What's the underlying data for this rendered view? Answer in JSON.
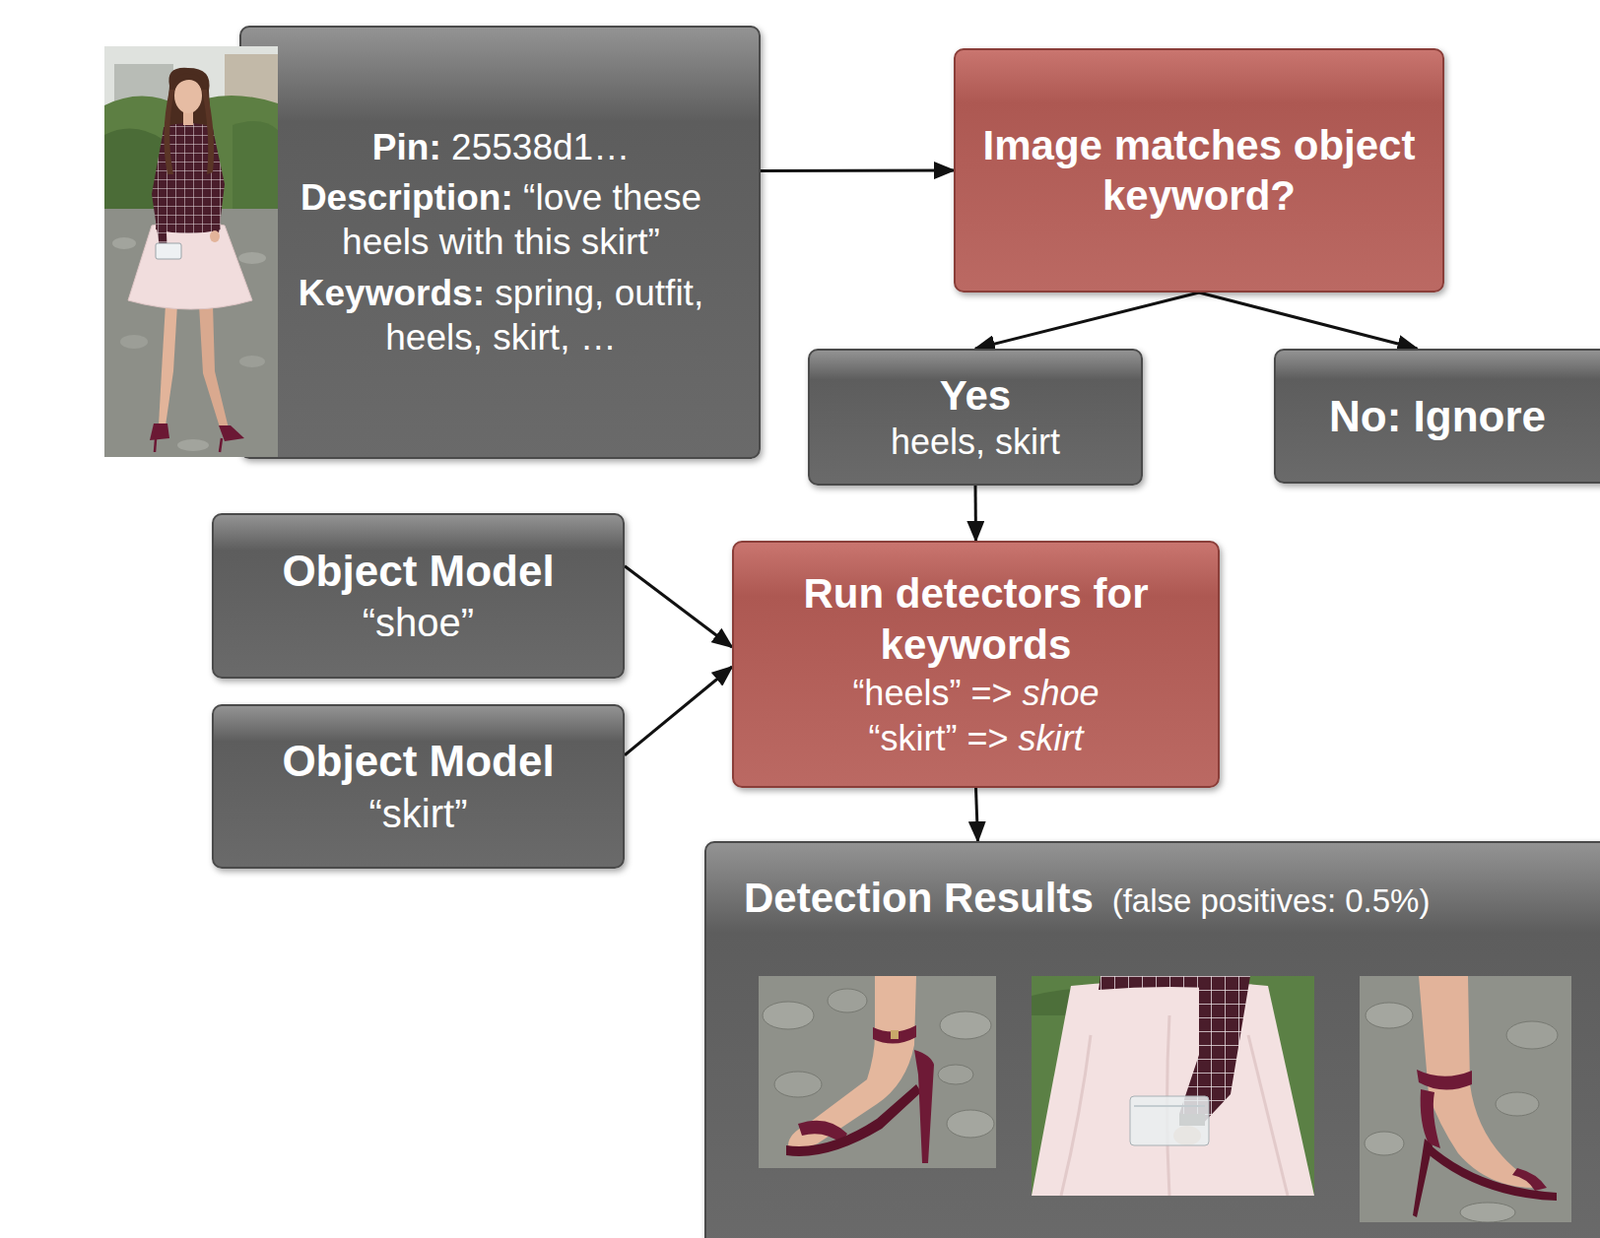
{
  "diagram": {
    "nodes": [
      {
        "text": [
          "Pin:",
          "25538d1…",
          "Description:",
          "“love these heels with this skirt”",
          "Keywords:",
          "spring, outfit, heels, skirt, …"
        ]
      },
      {
        "text": [
          "Image matches object keyword?"
        ]
      },
      {
        "text": [
          "Yes",
          "heels, skirt"
        ]
      },
      {
        "text": [
          "No: Ignore"
        ]
      },
      {
        "text": [
          "Object Model",
          "“shoe”"
        ]
      },
      {
        "text": [
          "Object Model",
          "“skirt”"
        ]
      },
      {
        "text": [
          "Run detectors for keywords",
          "“heels” =>",
          "shoe",
          "“skirt” =>",
          "skirt"
        ]
      },
      {
        "text": [
          "Detection Results",
          "(false positives: 0.5%)"
        ]
      }
    ],
    "edges": [
      {
        "from": 0,
        "to": 1,
        "arrow": "to"
      },
      {
        "from": 1,
        "to": 2,
        "arrow": "to"
      },
      {
        "from": 1,
        "to": 3,
        "arrow": "to"
      },
      {
        "from": 2,
        "to": 6,
        "arrow": "to"
      },
      {
        "from": 4,
        "to": 6,
        "arrow": "to"
      },
      {
        "from": 5,
        "to": 6,
        "arrow": "to"
      },
      {
        "from": 6,
        "to": 7,
        "arrow": "to"
      }
    ]
  }
}
